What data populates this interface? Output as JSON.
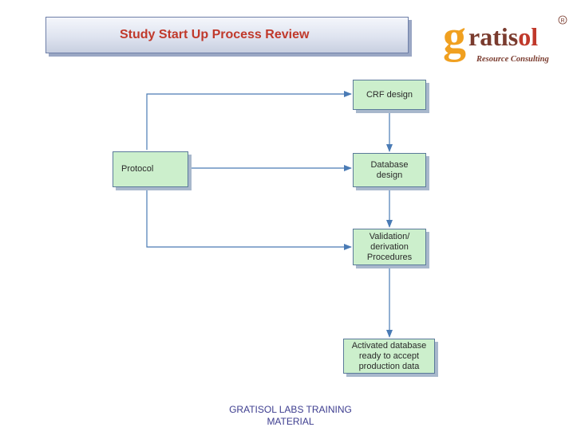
{
  "title": "Study Start Up Process Review",
  "logo": {
    "brand_prefix": "g",
    "brand_middle": "ratis",
    "brand_suffix": "ol",
    "registered_mark": "®",
    "tagline": "Resource Consulting",
    "orange": "#f0a020",
    "red": "#c0392b",
    "brown": "#7a3b2e"
  },
  "nodes": {
    "protocol": "Protocol",
    "crf_design": "CRF design",
    "database_design": "Database\ndesign",
    "validation": "Validation/\nderivation\nProcedures",
    "activated_database": "Activated database\nready to accept\nproduction data"
  },
  "footer": "GRATISOL LABS TRAINING\nMATERIAL",
  "colors": {
    "title_text": "#c0392b",
    "box_fill": "#ccefcc",
    "connector": "#4a7bb5",
    "footer_text": "#3d3d8f"
  }
}
